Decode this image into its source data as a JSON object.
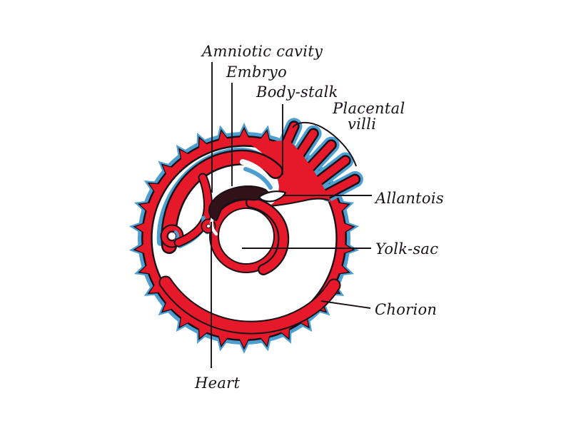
{
  "figure": {
    "type": "embryology-diagram",
    "description": "Diagram of an early human embryo showing membranes",
    "colors": {
      "red": "#e6192b",
      "blue": "#4d9fd1",
      "embryo": "#321219",
      "ink": "#1a1118",
      "paper": "#ffffff"
    },
    "labels": {
      "amniotic_cavity": "Amniotic cavity",
      "embryo": "Embryo",
      "body_stalk": "Body-stalk",
      "placental_villi": {
        "line1": "Placental",
        "line2": "villi"
      },
      "allantois": "Allantois",
      "yolk_sac": "Yolk-sac",
      "chorion": "Chorion",
      "heart": "Heart"
    }
  }
}
